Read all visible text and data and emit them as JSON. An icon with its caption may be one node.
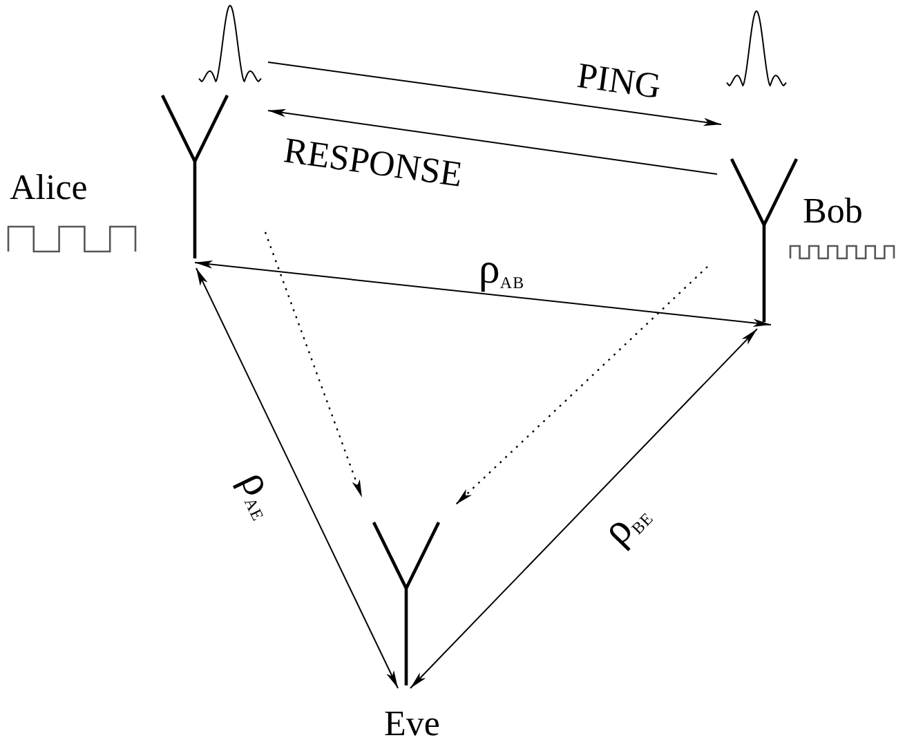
{
  "diagram": {
    "nodes": [
      {
        "text": [],
        "shape": "antenna",
        "beside": [
          "Alice"
        ]
      },
      {
        "text": [],
        "shape": "antenna",
        "beside": [
          "Bob"
        ]
      },
      {
        "text": [],
        "shape": "antenna",
        "beside": [
          "Eve"
        ]
      }
    ],
    "edges": [
      {
        "from": 0,
        "to": 1,
        "arrow": "to",
        "label": "PING"
      },
      {
        "from": 1,
        "to": 0,
        "arrow": "to",
        "label": "RESPONSE"
      },
      {
        "from": 0,
        "to": 1,
        "arrow": "both",
        "label": "ρ$_{AB}$"
      },
      {
        "from": 0,
        "to": 2,
        "arrow": "to",
        "style": "dashed"
      },
      {
        "from": 1,
        "to": 2,
        "arrow": "to",
        "style": "dashed"
      },
      {
        "from": 0,
        "to": 2,
        "arrow": "both",
        "label": "ρ$_{AE}$"
      },
      {
        "from": 1,
        "to": 2,
        "arrow": "both",
        "label": "ρ$_{BE}$"
      }
    ]
  }
}
